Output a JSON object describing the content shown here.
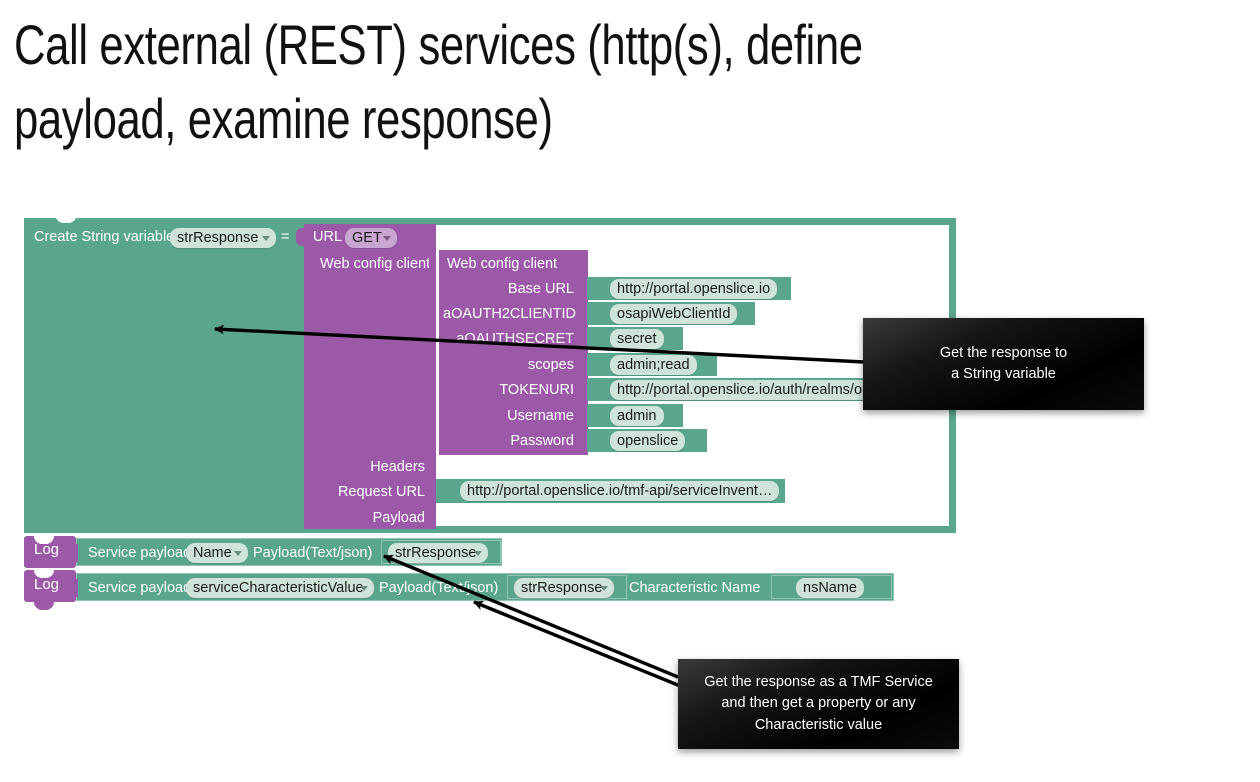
{
  "slide": {
    "title": "Call external (REST) services (http(s), define\npayload, examine response)"
  },
  "colors": {
    "teal": "#5aa58e",
    "purple": "#9b59a8",
    "chip_teal": "#cfe3d9",
    "chip_purple": "#c9a5d2",
    "callout_bg": "#000000",
    "canvas": "#ffffff"
  },
  "workspace": {
    "create_variable_block": {
      "label": "Create String variable",
      "variable": "strResponse",
      "equals": "=",
      "variable_has_dropdown": true
    },
    "url_block": {
      "label": "URL",
      "method": "GET",
      "method_has_dropdown": true,
      "web_config_client_label": "Web config client",
      "rows": [
        {
          "label": "Headers",
          "value": ""
        },
        {
          "label": "Request URL",
          "value": "http://portal.openslice.io/tmf-api/serviceInvent…"
        },
        {
          "label": "Payload",
          "value": ""
        }
      ]
    },
    "web_config_client_block": {
      "title": "Web config client",
      "fields": [
        {
          "label": "Base URL",
          "value": "http://portal.openslice.io"
        },
        {
          "label": "aOAUTH2CLIENTID",
          "value": "osapiWebClientId"
        },
        {
          "label": "aOAUTHSECRET",
          "value": "secret"
        },
        {
          "label": "scopes",
          "value": "admin;read"
        },
        {
          "label": "TOKENURI",
          "value": "http://portal.openslice.io/auth/realms/ope…"
        },
        {
          "label": "Username",
          "value": "admin"
        },
        {
          "label": "Password",
          "value": "openslice"
        }
      ]
    },
    "log_blocks": [
      {
        "nub_label": "Log",
        "service_payload_label": "Service payload",
        "service_payload_value": "Name",
        "payload_label": "Payload(Text/json)",
        "payload_value": "strResponse",
        "characteristic_name_label": "",
        "characteristic_name_value": ""
      },
      {
        "nub_label": "Log",
        "service_payload_label": "Service payload",
        "service_payload_value": "serviceCharacteristicValue",
        "payload_label": "Payload(Text/json)",
        "payload_value": "strResponse",
        "characteristic_name_label": "Characteristic Name",
        "characteristic_name_value": "nsName"
      }
    ]
  },
  "callouts": [
    {
      "text": "Get the response to\na String variable"
    },
    {
      "text": "Get the response as a TMF Service\nand then get a property or any\nCharacteristic value"
    }
  ]
}
